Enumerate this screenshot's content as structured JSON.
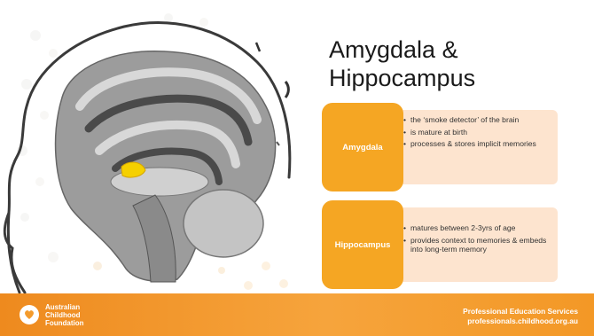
{
  "slide": {
    "title_line1": "Amygdala &",
    "title_line2": "Hippocampus"
  },
  "rows": [
    {
      "label": "Amygdala",
      "bullets": [
        "the ‘smoke detector’ of the brain",
        "is mature at birth",
        "processes & stores implicit memories"
      ]
    },
    {
      "label": "Hippocampus",
      "bullets": [
        "matures between 2-3yrs of age",
        "provides context to memories & embeds into long-term memory"
      ]
    }
  ],
  "footer": {
    "logo_lines": [
      "Australian",
      "Childhood",
      "Foundation"
    ],
    "services_line1": "Professional Education Services",
    "services_line2": "professionals.childhood.org.au"
  },
  "colors": {
    "accent_orange": "#f5a623",
    "detail_peach": "#fde4cf",
    "footer_orange": "#f49b2c",
    "highlight_yellow": "#f5d000"
  },
  "illustration": {
    "icon": "brain-head-profile-illustration"
  }
}
